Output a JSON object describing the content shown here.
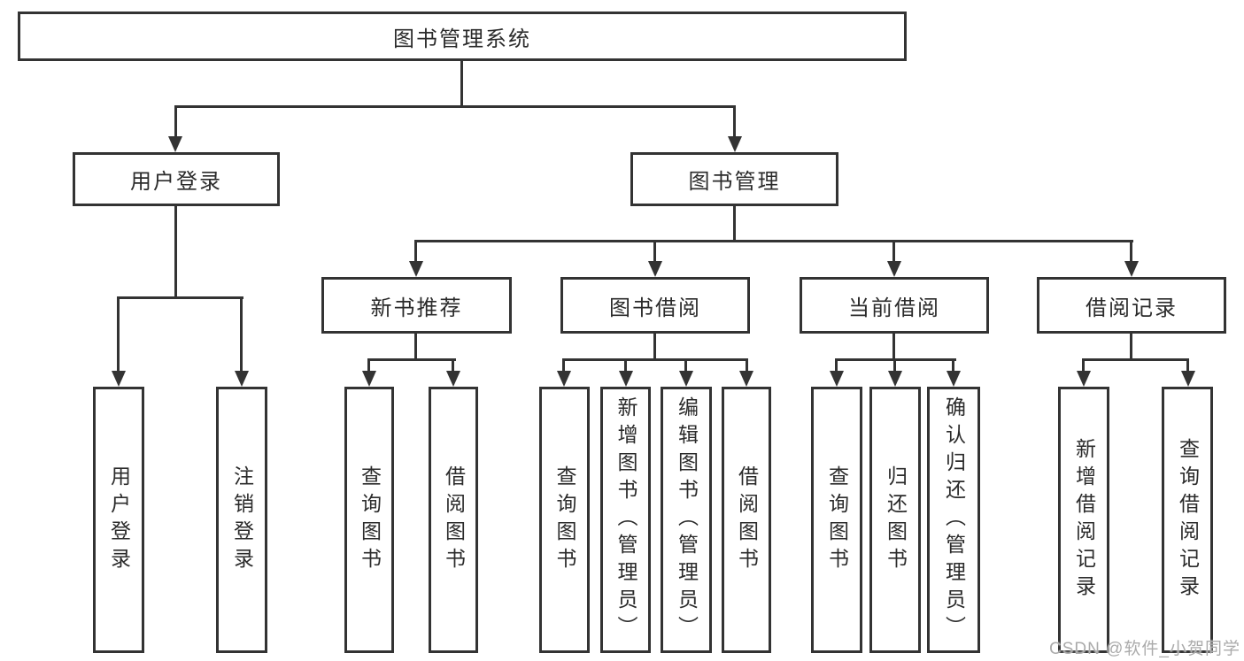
{
  "colors": {
    "line": "#333333",
    "box_border": "#333333",
    "text": "#2b2b2b",
    "background": "#ffffff",
    "watermark": "#ababab"
  },
  "tree": {
    "label": "图书管理系统",
    "children": [
      {
        "label": "用户登录",
        "children": [
          {
            "label": "用户登录"
          },
          {
            "label": "注销登录"
          }
        ]
      },
      {
        "label": "图书管理",
        "children": [
          {
            "label": "新书推荐",
            "children": [
              {
                "label": "查询图书"
              },
              {
                "label": "借阅图书"
              }
            ]
          },
          {
            "label": "图书借阅",
            "children": [
              {
                "label": "查询图书"
              },
              {
                "label": "新增图书（管理员）"
              },
              {
                "label": "编辑图书（管理员）"
              },
              {
                "label": "借阅图书"
              }
            ]
          },
          {
            "label": "当前借阅",
            "children": [
              {
                "label": "查询图书"
              },
              {
                "label": "归还图书"
              },
              {
                "label": "确认归还（管理员）"
              }
            ]
          },
          {
            "label": "借阅记录",
            "children": [
              {
                "label": "新增借阅记录"
              },
              {
                "label": "查询借阅记录"
              }
            ]
          }
        ]
      }
    ]
  },
  "watermark": {
    "text": "CSDN @软件_小贺同学"
  }
}
